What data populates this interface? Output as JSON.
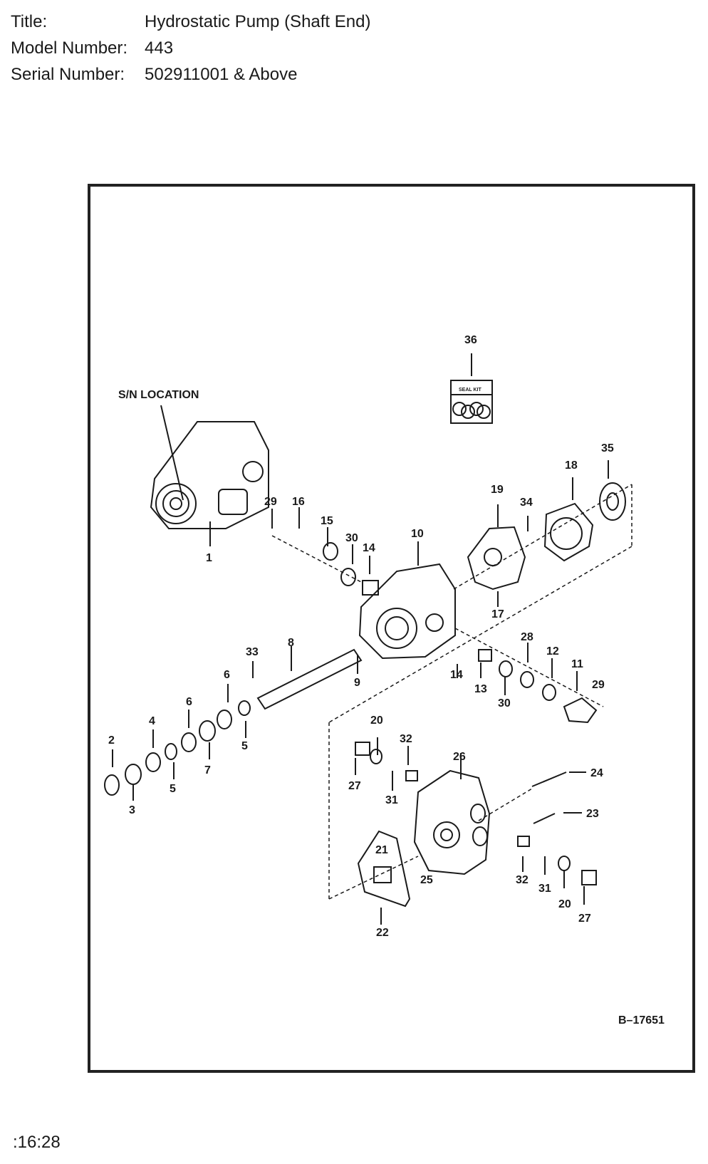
{
  "header": {
    "title_label": "Title:",
    "title_value": "Hydrostatic Pump (Shaft End)",
    "model_label": "Model Number:",
    "model_value": "443",
    "serial_label": "Serial Number:",
    "serial_value": "502911001 & Above"
  },
  "diagram": {
    "sn_location_label": "S/N LOCATION",
    "seal_kit_label": "SEAL KIT",
    "figure_number": "B–17651",
    "callouts": [
      "36",
      "35",
      "18",
      "19",
      "34",
      "29",
      "16",
      "15",
      "30",
      "14",
      "10",
      "1",
      "17",
      "8",
      "9",
      "33",
      "6",
      "28",
      "12",
      "11",
      "29",
      "14",
      "13",
      "30",
      "6",
      "4",
      "2",
      "7",
      "5",
      "5",
      "3",
      "20",
      "32",
      "26",
      "27",
      "31",
      "24",
      "23",
      "21",
      "25",
      "32",
      "31",
      "20",
      "27",
      "22"
    ]
  },
  "footer": {
    "time": ":16:28"
  }
}
